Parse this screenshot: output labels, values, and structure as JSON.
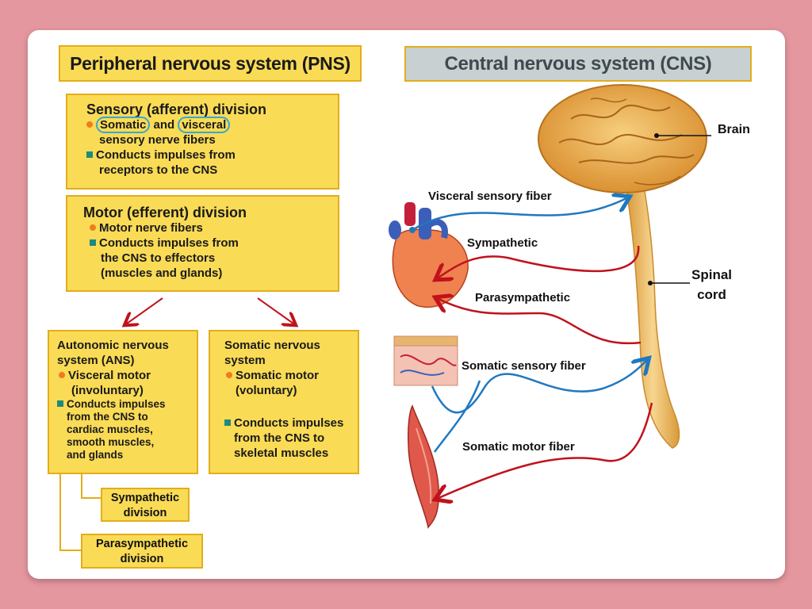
{
  "titles": {
    "pns": "Peripheral nervous system (PNS)",
    "cns": "Central nervous system (CNS)"
  },
  "sensory": {
    "heading": "Sensory (afferent) division",
    "b1_word1": "Somatic",
    "b1_and": "and",
    "b1_word2": "visceral",
    "b1_line2": "sensory nerve fibers",
    "b2_line1": "Conducts impulses from",
    "b2_line2": "receptors to the CNS"
  },
  "motor": {
    "heading": "Motor (efferent) division",
    "b1": "Motor nerve fibers",
    "b2_line1": "Conducts impulses from",
    "b2_line2": "the CNS to effectors",
    "b2_line3": "(muscles and glands)"
  },
  "autonomic": {
    "heading1": "Autonomic nervous",
    "heading2": "system (ANS)",
    "b1_line1": "Visceral motor",
    "b1_line2": "(involuntary)",
    "b2_line1": "Conducts impulses",
    "b2_line2": "from the CNS to",
    "b2_line3": "cardiac muscles,",
    "b2_line4": "smooth muscles,",
    "b2_line5": "and glands"
  },
  "somatic": {
    "heading1": "Somatic nervous",
    "heading2": "system",
    "b1_line1": "Somatic motor",
    "b1_line2": "(voluntary)",
    "b2_line1": "Conducts impulses",
    "b2_line2": "from the CNS to",
    "b2_line3": "skeletal muscles"
  },
  "divisions": {
    "sympathetic_line1": "Sympathetic",
    "sympathetic_line2": "division",
    "parasympathetic_line1": "Parasympathetic",
    "parasympathetic_line2": "division"
  },
  "labels": {
    "brain": "Brain",
    "spinal_line1": "Spinal",
    "spinal_line2": "cord",
    "visceral_sensory": "Visceral sensory fiber",
    "sympathetic": "Sympathetic",
    "parasympathetic": "Parasympathetic",
    "somatic_sensory": "Somatic sensory fiber",
    "somatic_motor": "Somatic motor fiber"
  },
  "colors": {
    "sensory_fiber": "#1f78c1",
    "motor_fiber": "#c0121c",
    "box_fill": "#fadb56",
    "box_border": "#e3ad1b"
  }
}
